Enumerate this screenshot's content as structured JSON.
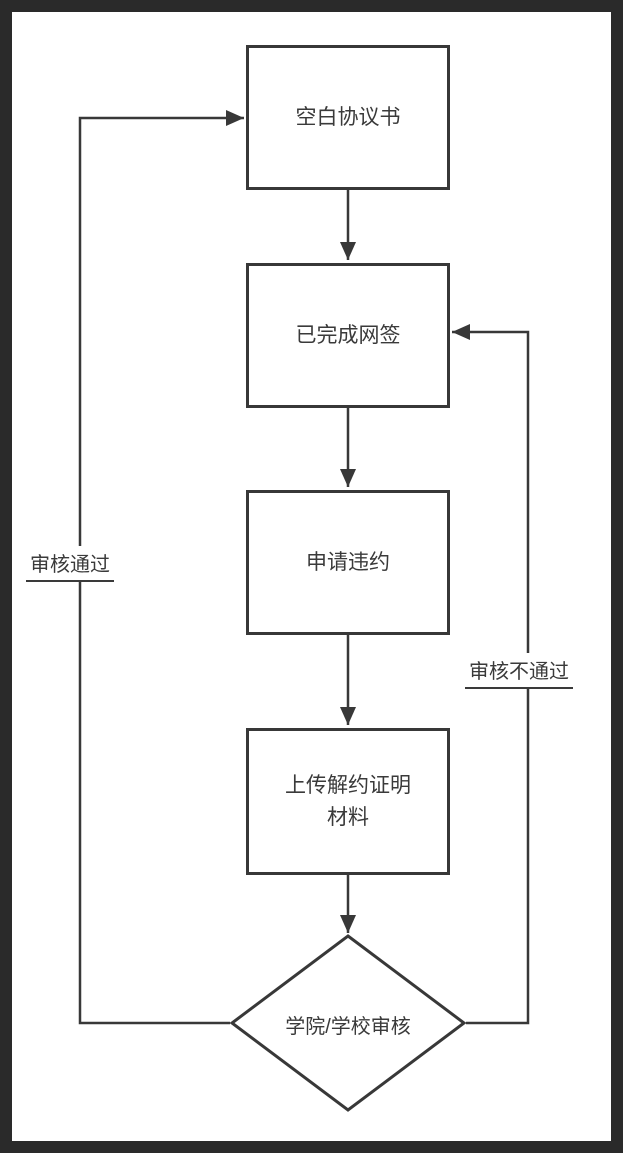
{
  "diagram": {
    "type": "flowchart",
    "nodes": [
      {
        "id": "blank-agreement",
        "shape": "rect",
        "label": "空白协议书"
      },
      {
        "id": "completed-signing",
        "shape": "rect",
        "label": "已完成网签"
      },
      {
        "id": "apply-breach",
        "shape": "rect",
        "label": "申请违约"
      },
      {
        "id": "upload-proof",
        "shape": "rect",
        "label": "上传解约证明材料"
      },
      {
        "id": "school-review",
        "shape": "diamond",
        "label": "学院/学校审核"
      }
    ],
    "edges": [
      {
        "from": "blank-agreement",
        "to": "completed-signing",
        "label": ""
      },
      {
        "from": "completed-signing",
        "to": "apply-breach",
        "label": ""
      },
      {
        "from": "apply-breach",
        "to": "upload-proof",
        "label": ""
      },
      {
        "from": "upload-proof",
        "to": "school-review",
        "label": ""
      },
      {
        "from": "school-review",
        "to": "blank-agreement",
        "label": "审核通过"
      },
      {
        "from": "school-review",
        "to": "completed-signing",
        "label": "审核不通过"
      }
    ],
    "edge_labels": {
      "pass": "审核通过",
      "fail": "审核不通过"
    },
    "colors": {
      "page_background": "#2a2a2a",
      "canvas": "#ffffff",
      "stroke": "#383838",
      "text": "#3a3a3a"
    }
  }
}
